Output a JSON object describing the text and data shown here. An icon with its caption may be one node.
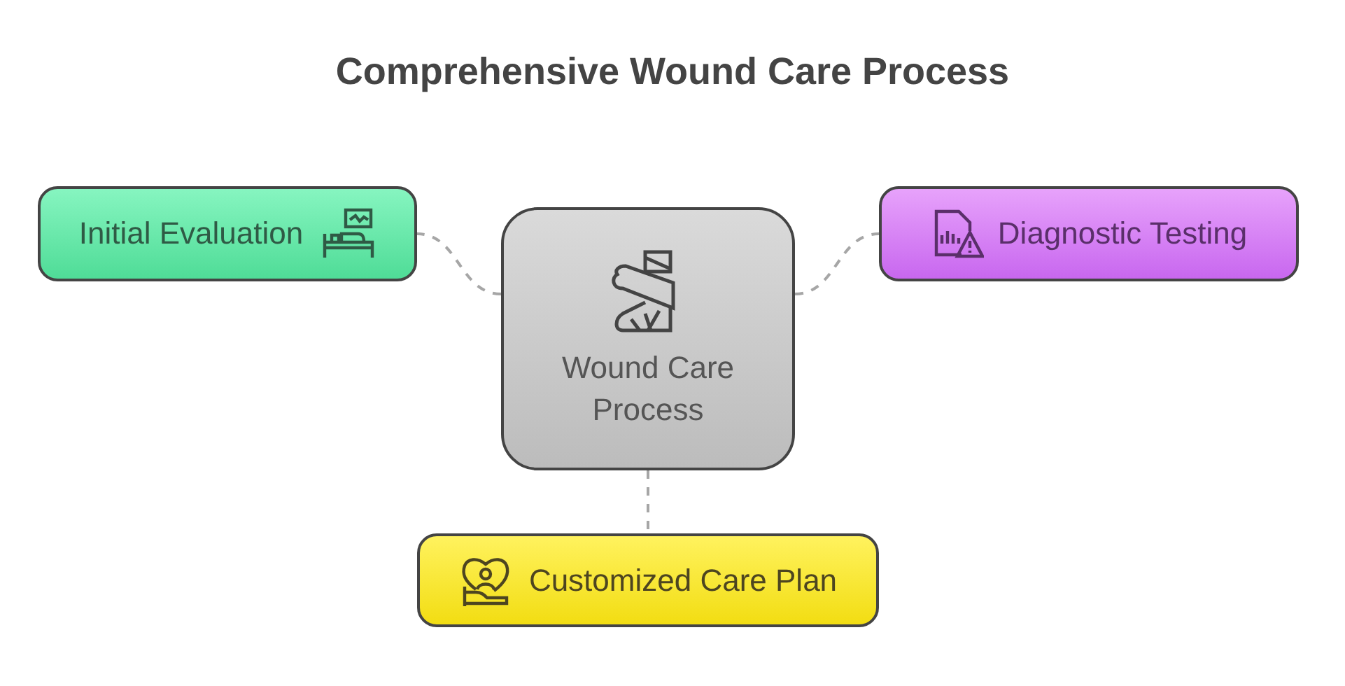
{
  "diagram": {
    "title": "Comprehensive Wound Care Process",
    "nodes": [
      {
        "text": [
          "Initial Evaluation"
        ]
      },
      {
        "text": [
          "Wound Care Process"
        ]
      },
      {
        "text": [
          "Diagnostic Testing"
        ]
      },
      {
        "text": [
          "Customized Care Plan"
        ]
      }
    ],
    "edges": [
      {
        "from": 1,
        "to": 0,
        "arrow": "none",
        "style": "dashed"
      },
      {
        "from": 1,
        "to": 2,
        "arrow": "none",
        "style": "dashed"
      },
      {
        "from": 1,
        "to": 3,
        "arrow": "none",
        "style": "dashed"
      }
    ]
  }
}
